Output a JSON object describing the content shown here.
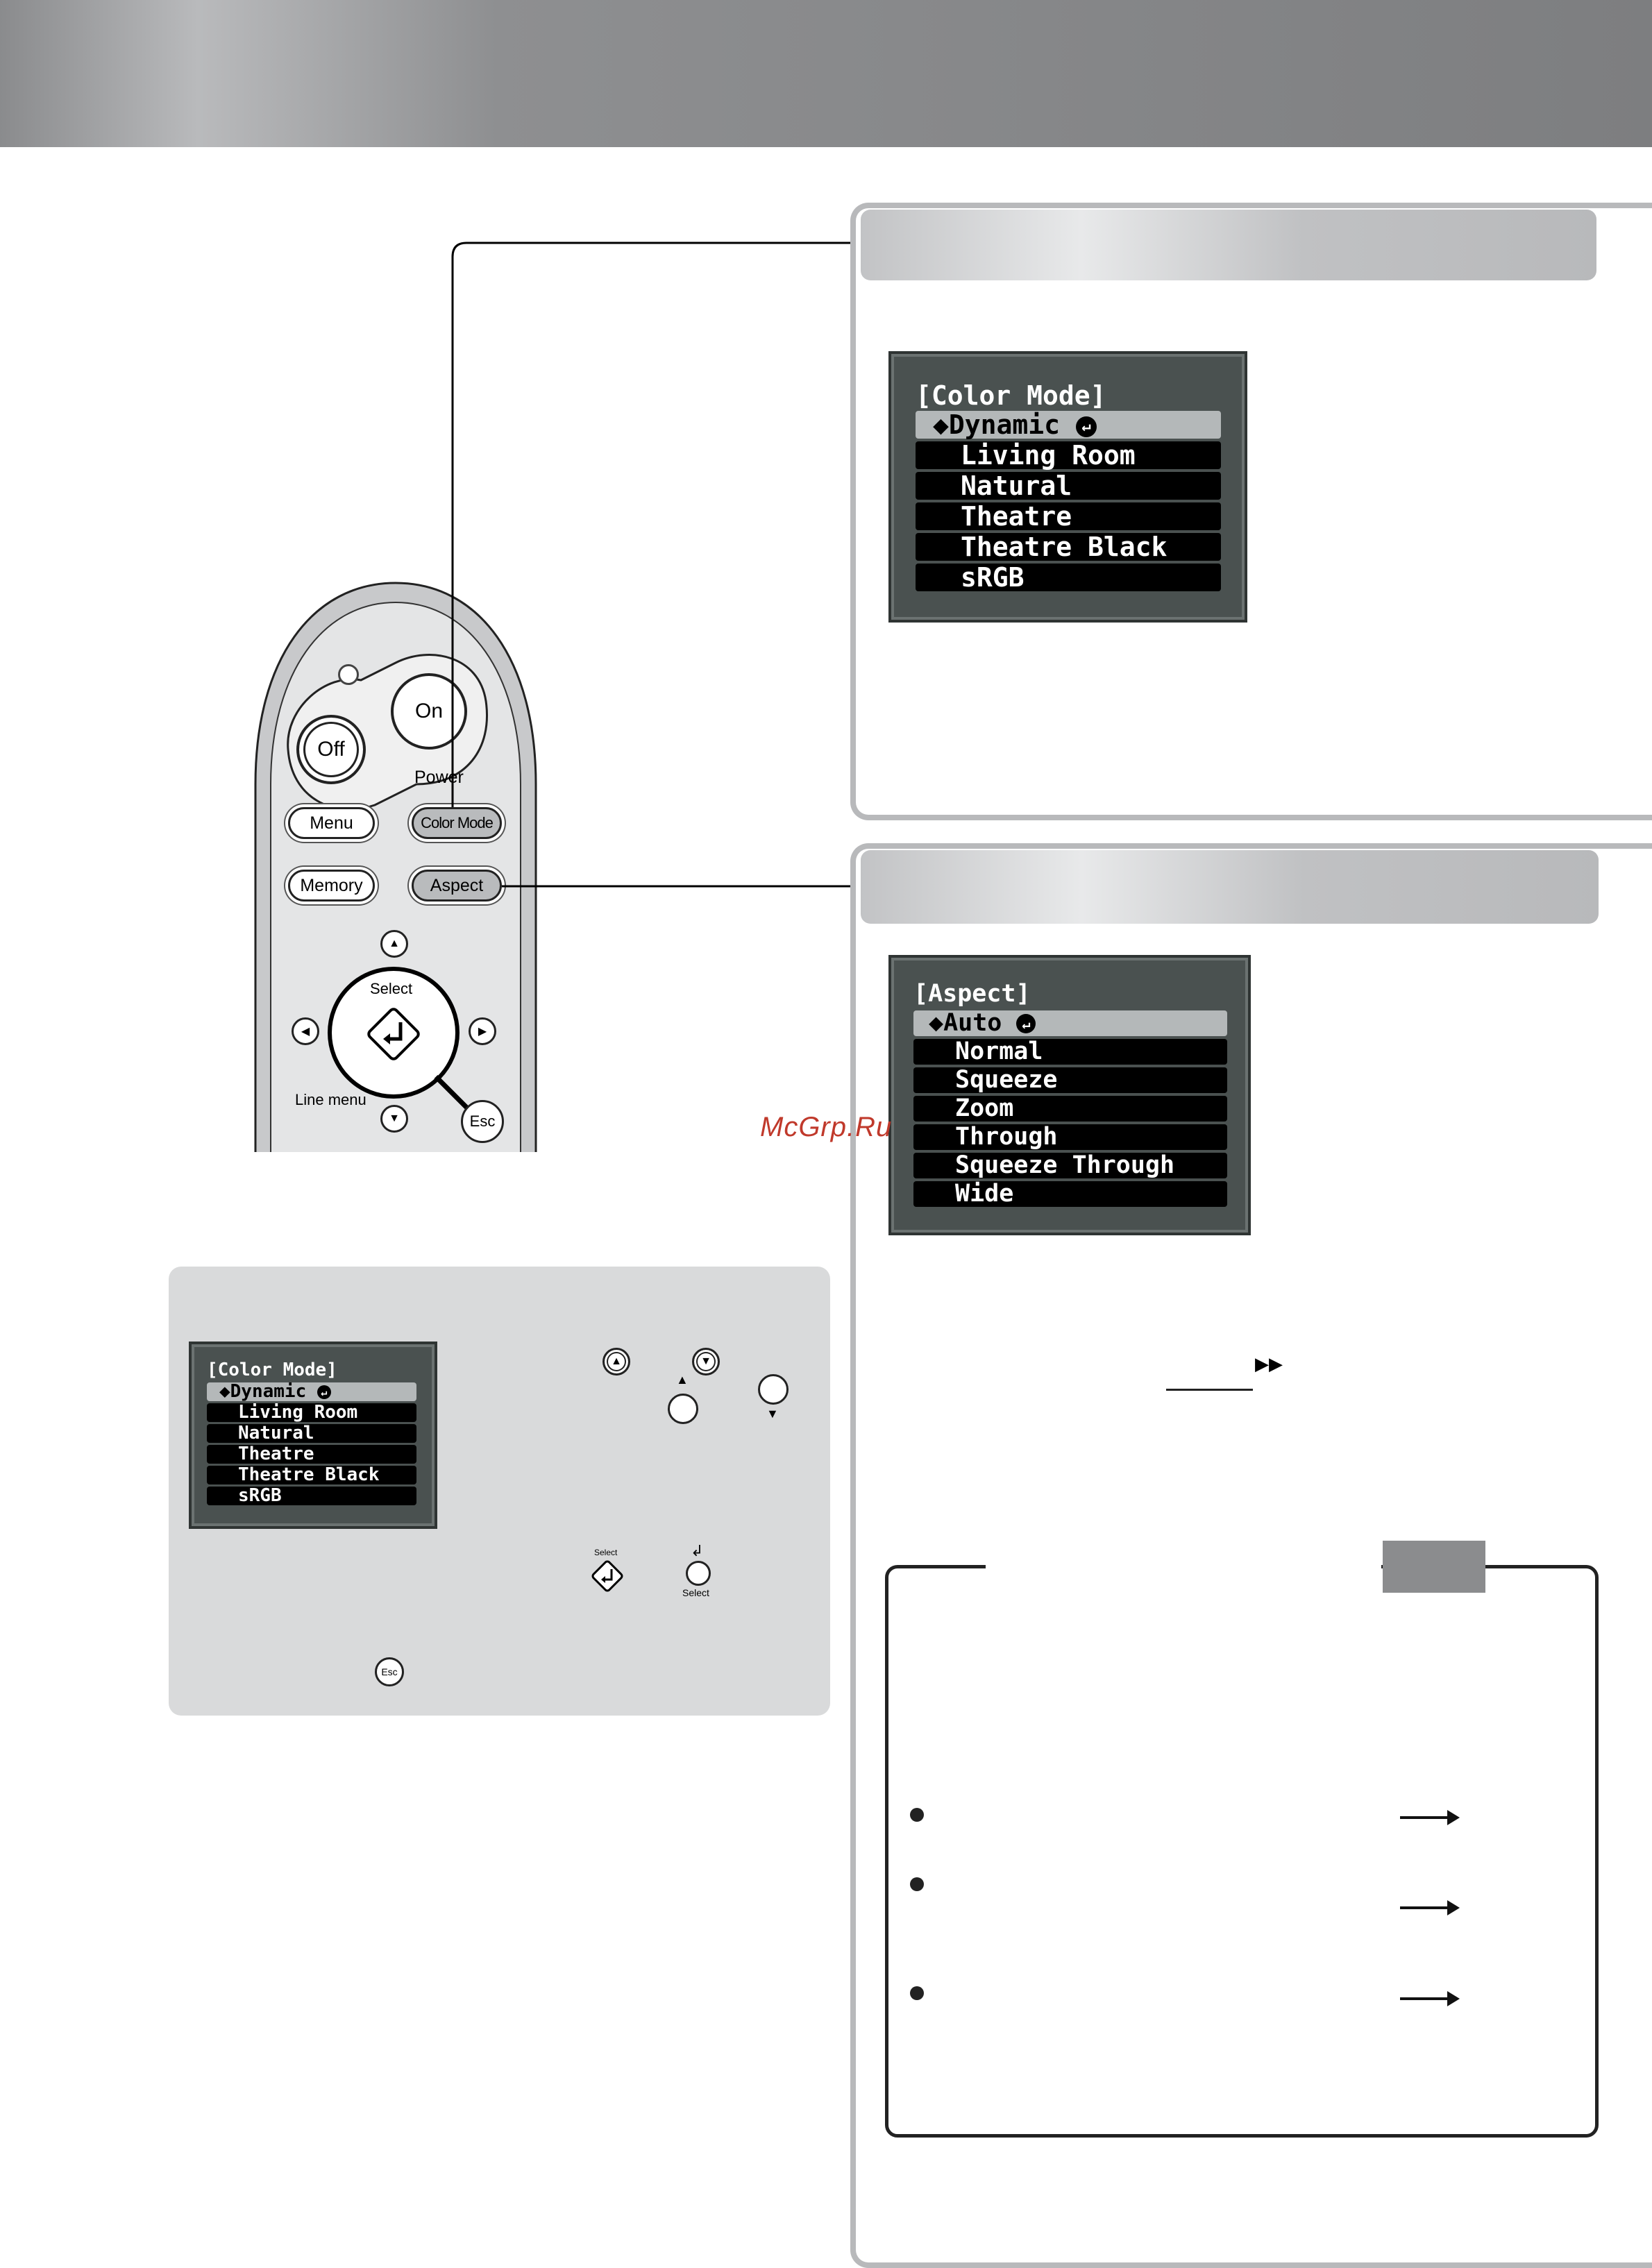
{
  "remote": {
    "on_label": "On",
    "off_label": "Off",
    "power_label": "Power",
    "menu_label": "Menu",
    "color_mode_label": "Color Mode",
    "memory_label": "Memory",
    "aspect_label": "Aspect",
    "select_label": "Select",
    "line_menu_label": "Line menu",
    "esc_label": "Esc"
  },
  "color_mode_menu": {
    "title": "[Color Mode]",
    "items": [
      "Dynamic",
      "Living Room",
      "Natural",
      "Theatre",
      "Theatre Black",
      "sRGB"
    ],
    "selected_index": 0
  },
  "aspect_menu": {
    "title": "[Aspect]",
    "items": [
      "Auto",
      "Normal",
      "Squeeze",
      "Zoom",
      "Through",
      "Squeeze Through",
      "Wide"
    ],
    "selected_index": 0
  },
  "watermark": "McGrp.Ru",
  "help_box": {
    "select_small_label": "Select",
    "esc_small_label": "Esc",
    "select_under_label": "Select"
  },
  "icons": {
    "up": "triangle-up-icon",
    "down": "triangle-down-icon",
    "left": "triangle-left-icon",
    "right": "triangle-right-icon",
    "enter": "enter-arrow-icon",
    "double_chevron": "double-chevron-right-icon"
  },
  "colors": {
    "osd_bg": "#4a5150",
    "osd_selected": "#b4b8b9",
    "panel_border": "#b8b9bb",
    "help_bg": "#d9dadb",
    "watermark": "#c0392b"
  }
}
